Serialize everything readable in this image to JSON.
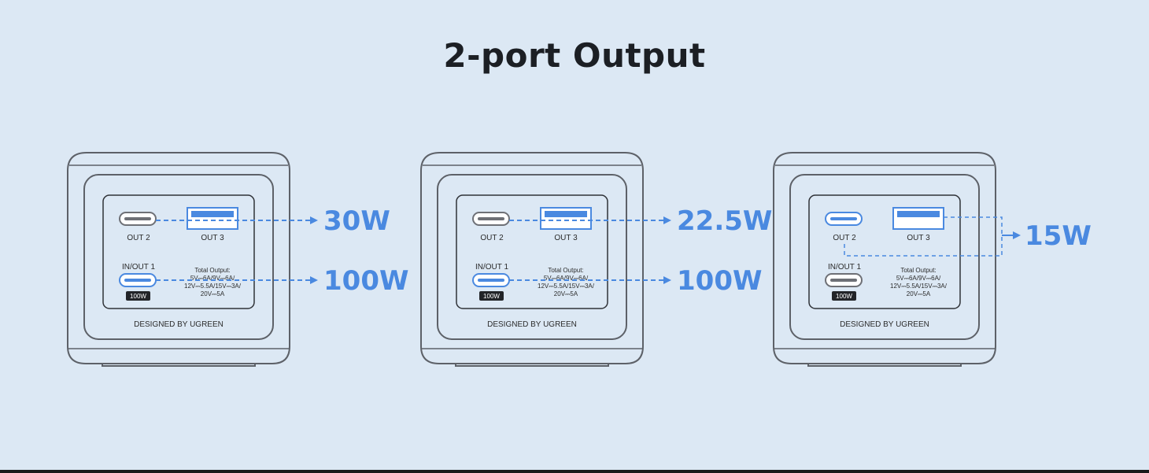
{
  "title": "2-port Output",
  "colors": {
    "background": "#dce8f4",
    "accent_blue": "#4a89e0",
    "outline": "#5d6168",
    "port_grey": "#6e7076"
  },
  "chargers": [
    {
      "active_ports": [
        "OUT 3",
        "IN/OUT 1"
      ],
      "port_labels": {
        "out2": "OUT 2",
        "out3": "OUT 3",
        "inout1": "IN/OUT 1"
      },
      "badge": "100W",
      "total_output": [
        "Total Output:",
        "5V⎓6A/9V⎓6A/",
        "12V⎓5.5A/15V⎓3A/",
        "20V⎓5A"
      ],
      "brand": "DESIGNED BY UGREEN",
      "outputs": [
        "30W",
        "100W"
      ]
    },
    {
      "active_ports": [
        "OUT 3",
        "IN/OUT 1"
      ],
      "port_labels": {
        "out2": "OUT 2",
        "out3": "OUT 3",
        "inout1": "IN/OUT 1"
      },
      "badge": "100W",
      "total_output": [
        "Total Output:",
        "5V⎓6A/9V⎓6A/",
        "12V⎓5.5A/15V⎓3A/",
        "20V⎓5A"
      ],
      "brand": "DESIGNED BY UGREEN",
      "outputs": [
        "22.5W",
        "100W"
      ]
    },
    {
      "active_ports": [
        "OUT 2",
        "OUT 3"
      ],
      "port_labels": {
        "out2": "OUT 2",
        "out3": "OUT 3",
        "inout1": "IN/OUT 1"
      },
      "badge": "100W",
      "total_output": [
        "Total Output:",
        "5V⎓6A/9V⎓6A/",
        "12V⎓5.5A/15V⎓3A/",
        "20V⎓5A"
      ],
      "brand": "DESIGNED BY UGREEN",
      "outputs": [
        "15W"
      ]
    }
  ]
}
